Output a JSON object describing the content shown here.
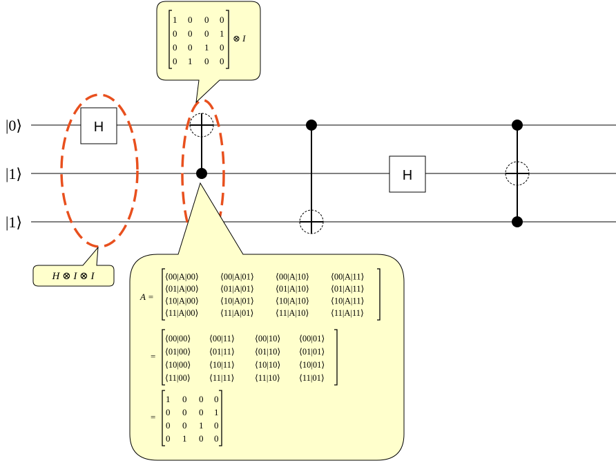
{
  "qubits": [
    {
      "state": "|0⟩"
    },
    {
      "state": "|1⟩"
    },
    {
      "state": "|1⟩"
    }
  ],
  "gates": {
    "hadamard_label": "H"
  },
  "callouts": {
    "top": {
      "matrix": [
        [
          "1",
          "0",
          "0",
          "0"
        ],
        [
          "0",
          "0",
          "0",
          "1"
        ],
        [
          "0",
          "0",
          "1",
          "0"
        ],
        [
          "0",
          "1",
          "0",
          "0"
        ]
      ],
      "suffix": "⊗ I"
    },
    "left": {
      "text": "H ⊗ I ⊗ I"
    },
    "bottom": {
      "lhs": "A =",
      "eq": "=",
      "braket_matrix": [
        [
          "⟨00|A|00⟩",
          "⟨00|A|01⟩",
          "⟨00|A|10⟩",
          "⟨00|A|11⟩"
        ],
        [
          "⟨01|A|00⟩",
          "⟨01|A|01⟩",
          "⟨01|A|10⟩",
          "⟨01|A|11⟩"
        ],
        [
          "⟨10|A|00⟩",
          "⟨10|A|01⟩",
          "⟨10|A|10⟩",
          "⟨10|A|11⟩"
        ],
        [
          "⟨11|A|00⟩",
          "⟨11|A|01⟩",
          "⟨11|A|10⟩",
          "⟨11|A|11⟩"
        ]
      ],
      "inner_matrix": [
        [
          "⟨00|00⟩",
          "⟨00|11⟩",
          "⟨00|10⟩",
          "⟨00|01⟩"
        ],
        [
          "⟨01|00⟩",
          "⟨01|11⟩",
          "⟨01|10⟩",
          "⟨01|01⟩"
        ],
        [
          "⟨10|00⟩",
          "⟨10|11⟩",
          "⟨10|10⟩",
          "⟨10|01⟩"
        ],
        [
          "⟨11|00⟩",
          "⟨11|11⟩",
          "⟨11|10⟩",
          "⟨11|01⟩"
        ]
      ],
      "result_matrix": [
        [
          "1",
          "0",
          "0",
          "0"
        ],
        [
          "0",
          "0",
          "0",
          "1"
        ],
        [
          "0",
          "0",
          "1",
          "0"
        ],
        [
          "0",
          "1",
          "0",
          "0"
        ]
      ]
    }
  },
  "colors": {
    "callout_fill": "#ffffcc",
    "highlight": "#e8501e",
    "wire": "#000000"
  }
}
